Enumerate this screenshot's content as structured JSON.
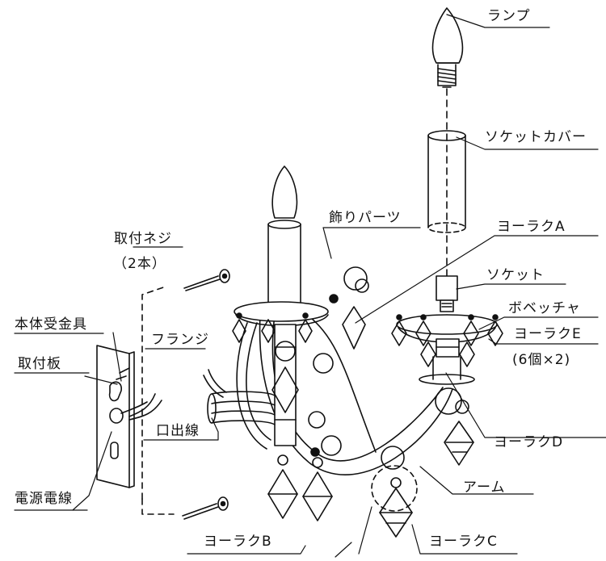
{
  "labels": {
    "lamp": "ランプ",
    "socket_cover": "ソケットカバー",
    "decor_parts": "飾りパーツ",
    "screws": "取付ネジ",
    "screws_qty": "（2本）",
    "yoraku_a": "ヨーラクA",
    "socket": "ソケット",
    "bobeche": "ボベッチャ",
    "body_bracket": "本体受金具",
    "flange": "フランジ",
    "yoraku_e": "ヨーラクE",
    "yoraku_e_qty": "(6個×2)",
    "mount_plate": "取付板",
    "outlet_wire": "口出線",
    "yoraku_d": "ヨーラクD",
    "arm": "アーム",
    "power_wire": "電源電線",
    "yoraku_b": "ヨーラクB",
    "yoraku_c": "ヨーラクC"
  }
}
